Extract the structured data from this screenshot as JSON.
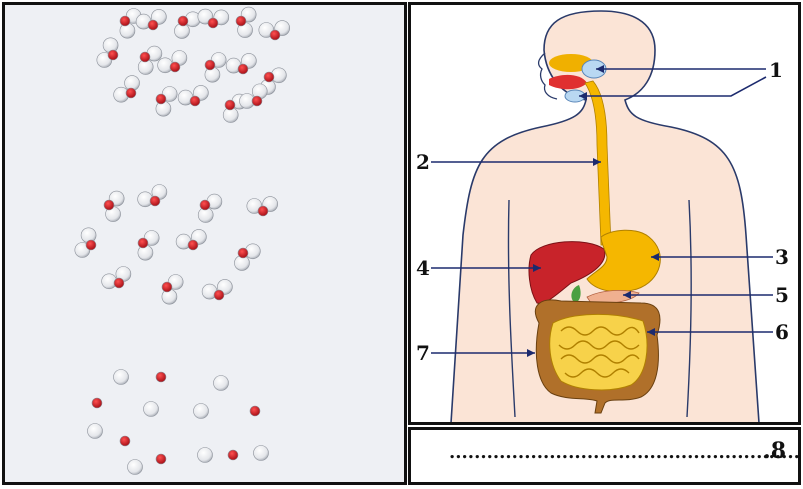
{
  "colors": {
    "oxygen": "#c8141e",
    "hydrogen": "#ffffff",
    "skin": "#fbe4d6",
    "outline": "#2a3a6a",
    "stomach": "#f5b700",
    "liver": "#c8232a",
    "colon": "#b0702a",
    "small_intestine": "#f7d24a"
  },
  "diagram": {
    "labels": [
      {
        "id": "1",
        "text": "1"
      },
      {
        "id": "2",
        "text": "2"
      },
      {
        "id": "3",
        "text": "3"
      },
      {
        "id": "4",
        "text": "4"
      },
      {
        "id": "5",
        "text": "5"
      },
      {
        "id": "6",
        "text": "6"
      },
      {
        "id": "7",
        "text": "7"
      }
    ]
  },
  "answer": {
    "dots": "........................................................",
    "label": ".8"
  }
}
